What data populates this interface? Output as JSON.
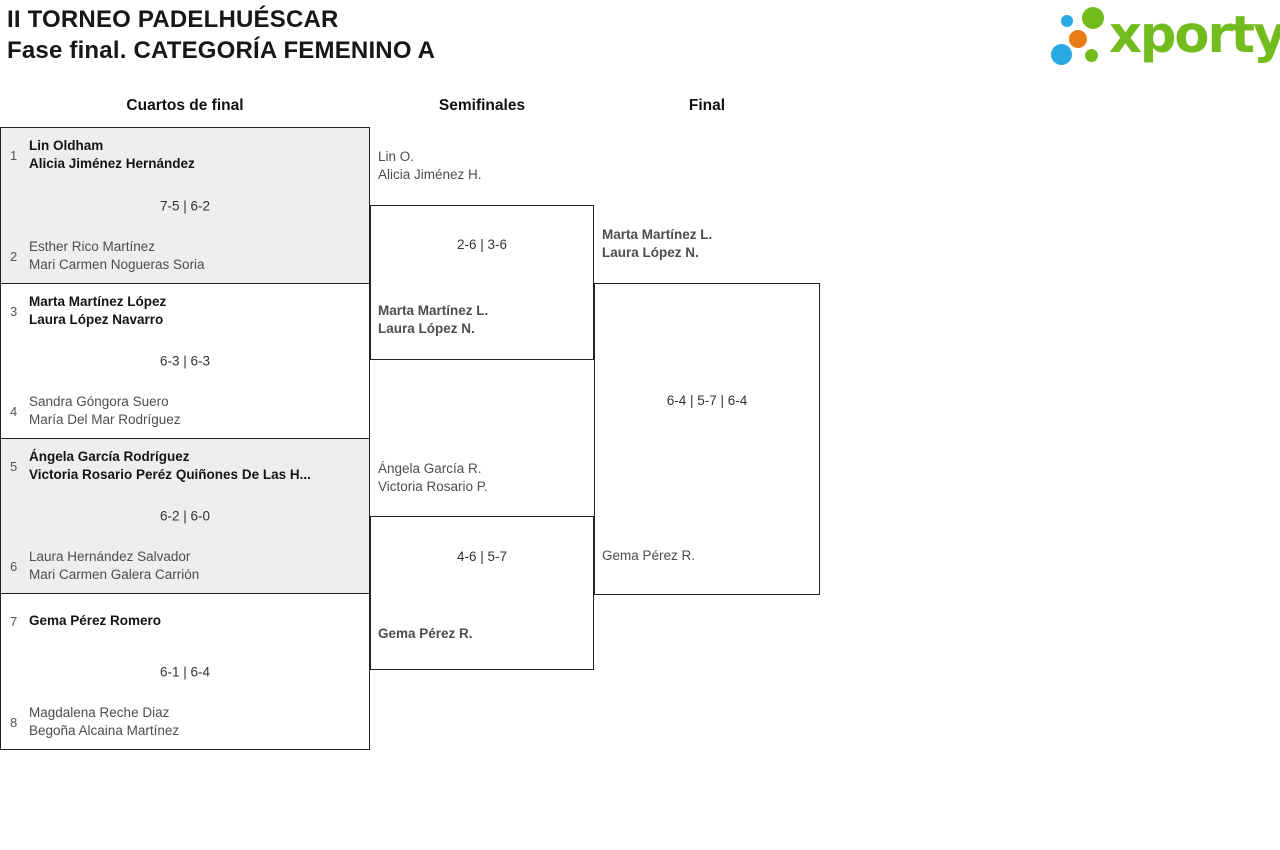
{
  "page": {
    "title_line1": "II TORNEO PADELHUÉSCAR",
    "title_line2": "Fase final. CATEGORÍA FEMENINO A"
  },
  "logo": {
    "text": "xporty",
    "green": "#72bc1d",
    "blue": "#29a9e1",
    "orange": "#ea7c16"
  },
  "rounds": [
    {
      "label": "Cuartos de final"
    },
    {
      "label": "Semifinales"
    },
    {
      "label": "Final"
    }
  ],
  "quarterfinals": [
    {
      "seed_top": "1",
      "team_top_line1": "Lin Oldham",
      "team_top_line2": "Alicia Jiménez Hernández",
      "score": "7-5 | 6-2",
      "seed_bottom": "2",
      "team_bottom_line1": "Esther Rico Martínez",
      "team_bottom_line2": "Mari Carmen Nogueras Soria",
      "winner": "top"
    },
    {
      "seed_top": "3",
      "team_top_line1": "Marta Martínez López",
      "team_top_line2": "Laura López Navarro",
      "score": "6-3 | 6-3",
      "seed_bottom": "4",
      "team_bottom_line1": "Sandra Góngora Suero",
      "team_bottom_line2": "María Del Mar Rodríguez",
      "winner": "top"
    },
    {
      "seed_top": "5",
      "team_top_line1": "Ángela García Rodríguez",
      "team_top_line2": "Victoria Rosario Peréz Quiñones De Las H...",
      "score": "6-2 | 6-0",
      "seed_bottom": "6",
      "team_bottom_line1": "Laura Hernández Salvador",
      "team_bottom_line2": "Mari Carmen Galera Carrión",
      "winner": "top"
    },
    {
      "seed_top": "7",
      "team_top_line1": "Gema Pérez Romero",
      "team_top_line2": "",
      "score": "6-1 | 6-4",
      "seed_bottom": "8",
      "team_bottom_line1": "Magdalena Reche Diaz",
      "team_bottom_line2": "Begoña Alcaina Martínez",
      "winner": "top"
    }
  ],
  "semifinals": [
    {
      "team_top_line1": "Lin O.",
      "team_top_line2": "Alicia Jiménez H.",
      "score": "2-6 | 3-6",
      "team_bottom_line1": "Marta Martínez L.",
      "team_bottom_line2": "Laura López N.",
      "winner": "bottom"
    },
    {
      "team_top_line1": "Ángela García R.",
      "team_top_line2": "Victoria Rosario P.",
      "score": "4-6 | 5-7",
      "team_bottom_line1": "Gema Pérez R.",
      "team_bottom_line2": "",
      "winner": "bottom"
    }
  ],
  "final": {
    "team_top_line1": "Marta Martínez L.",
    "team_top_line2": "Laura López N.",
    "score": "6-4 | 5-7 | 6-4",
    "team_bottom_line1": "Gema Pérez R.",
    "team_bottom_line2": "",
    "winner": "top"
  }
}
